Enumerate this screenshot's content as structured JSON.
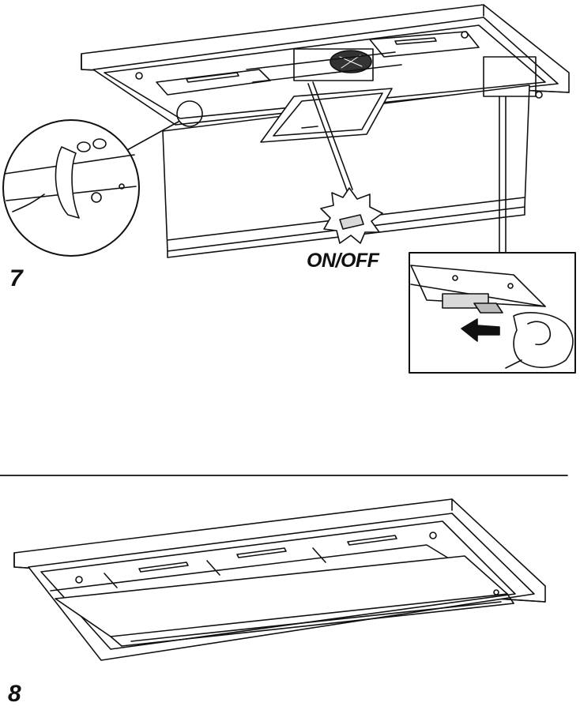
{
  "figures": [
    {
      "number": "7",
      "callout": "ON/OFF"
    },
    {
      "number": "8"
    }
  ],
  "colors": {
    "line": "#111111",
    "fill": "#ffffff",
    "shade": "#d9d9d9",
    "fan": "#333333"
  }
}
